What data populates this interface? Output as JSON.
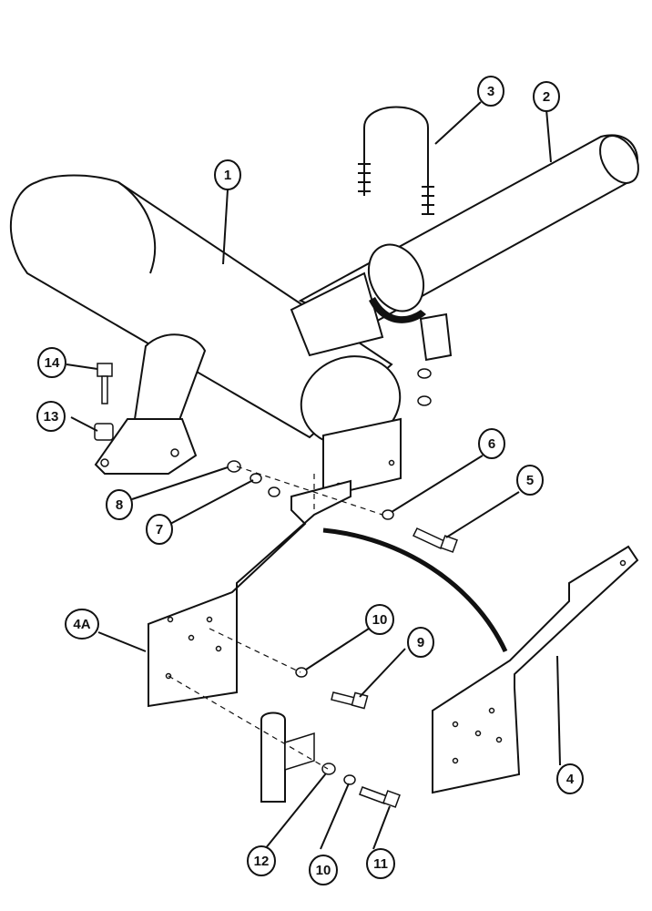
{
  "callouts": {
    "c1": "1",
    "c2": "2",
    "c3": "3",
    "c4": "4",
    "c4a": "4A",
    "c5": "5",
    "c6": "6",
    "c7": "7",
    "c8": "8",
    "c9": "9",
    "c10a": "10",
    "c10b": "10",
    "c11": "11",
    "c12": "12",
    "c13": "13",
    "c14": "14"
  }
}
